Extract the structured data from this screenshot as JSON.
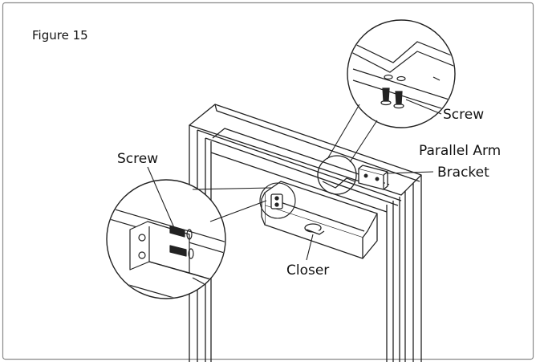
{
  "figure": {
    "title": "Figure 15",
    "labels": {
      "screw_left": "Screw",
      "screw_right": "Screw",
      "parallel_arm_line1": "Parallel Arm",
      "parallel_arm_line2": "Bracket",
      "closer": "Closer"
    }
  }
}
